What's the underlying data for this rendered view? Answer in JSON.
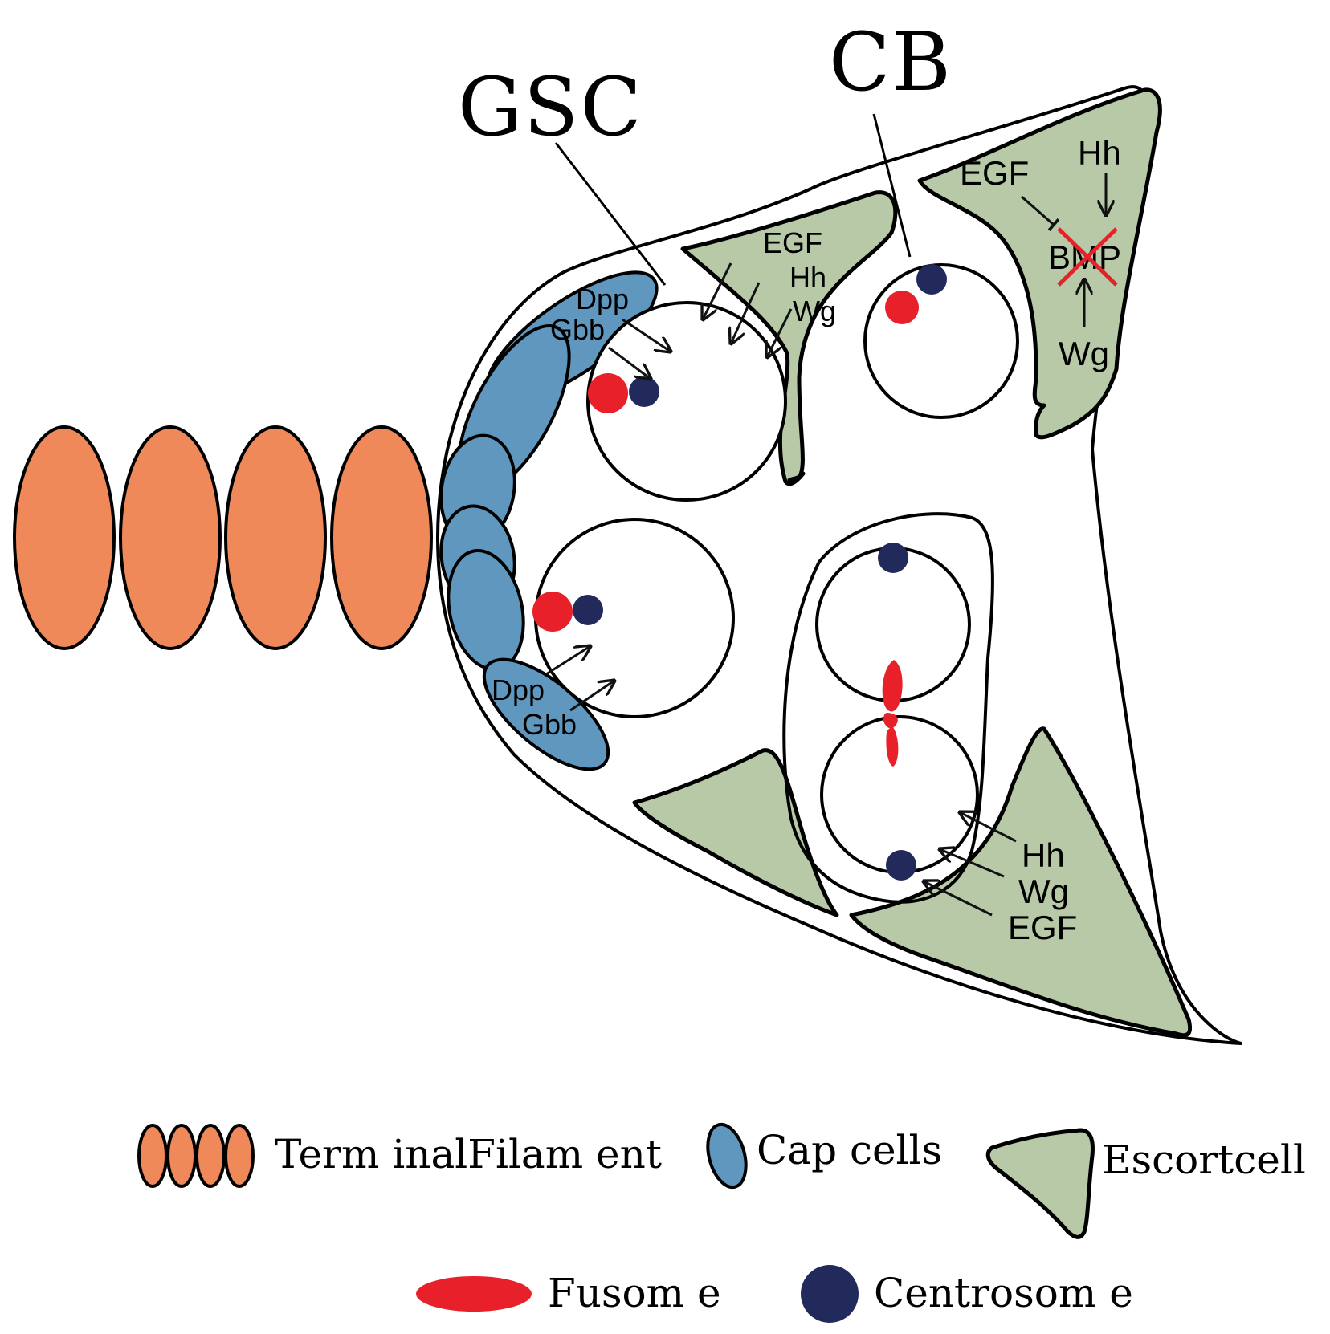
{
  "labels": {
    "gsc": "GSC",
    "cb": "CB"
  },
  "signals": {
    "upper_gsc_cap": [
      "Dpp",
      "Gbb"
    ],
    "upper_gsc_escort": [
      "EGF",
      "Hh",
      "Wg"
    ],
    "lower_gsc_cap": [
      "Dpp",
      "Gbb"
    ],
    "escort_bmp": {
      "egf": "EGF",
      "hh": "Hh",
      "bmp": "BMP",
      "wg": "Wg"
    },
    "lower_escort": [
      "Hh",
      "Wg",
      "EGF"
    ]
  },
  "legend": {
    "terminal_filament": "Term inalFilam ent",
    "cap_cells": "Cap cells",
    "escort_cell": "Escortcell",
    "fusome": "Fusom e",
    "centrosome": "Centrosom e"
  },
  "colors": {
    "terminal_filament": "#f0895a",
    "cap_cell": "#5f97bf",
    "escort_cell": "#b7c9a7",
    "fusome": "#e8202a",
    "centrosome": "#222a5c",
    "inhibition_cross": "#e8202a"
  }
}
